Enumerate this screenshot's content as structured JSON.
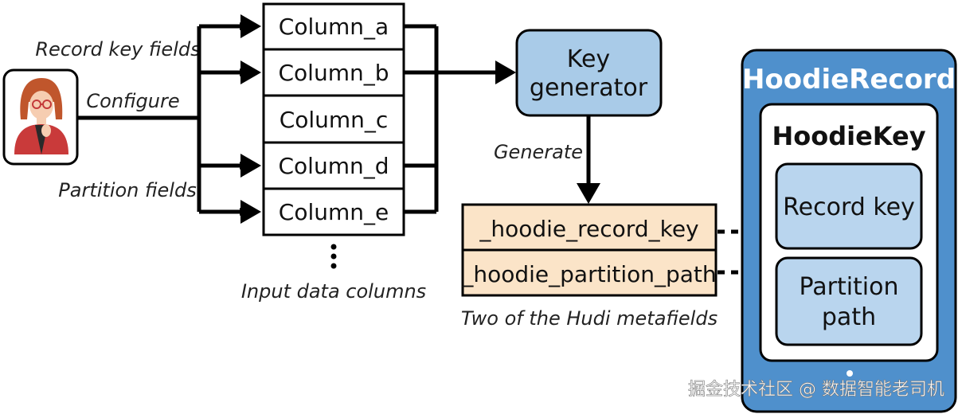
{
  "labels": {
    "record_key_fields": "Record key fields",
    "configure": "Configure",
    "partition_fields": "Partition fields",
    "generate": "Generate",
    "input_data_columns": "Input data columns",
    "metafields_caption": "Two of the Hudi metafields"
  },
  "columns": [
    "Column_a",
    "Column_b",
    "Column_c",
    "Column_d",
    "Column_e"
  ],
  "key_generator": [
    "Key",
    "generator"
  ],
  "metafields": [
    "_hoodie_record_key",
    "_hoodie_partition_path"
  ],
  "hoodie_record": {
    "title": "HoodieRecord",
    "hoodie_key": {
      "title": "HoodieKey",
      "record_key": [
        "Record key"
      ],
      "partition_path": [
        "Partition",
        "path"
      ]
    }
  },
  "watermark": "掘金技术社区 @ 数据智能老司机",
  "colors": {
    "key_generator_fill": "#a9cbe8",
    "metafield_fill": "#fbe4c8",
    "hoodie_record_fill": "#4f90cc",
    "inner_key_fill": "#b9d5ee",
    "stroke": "#000000"
  }
}
